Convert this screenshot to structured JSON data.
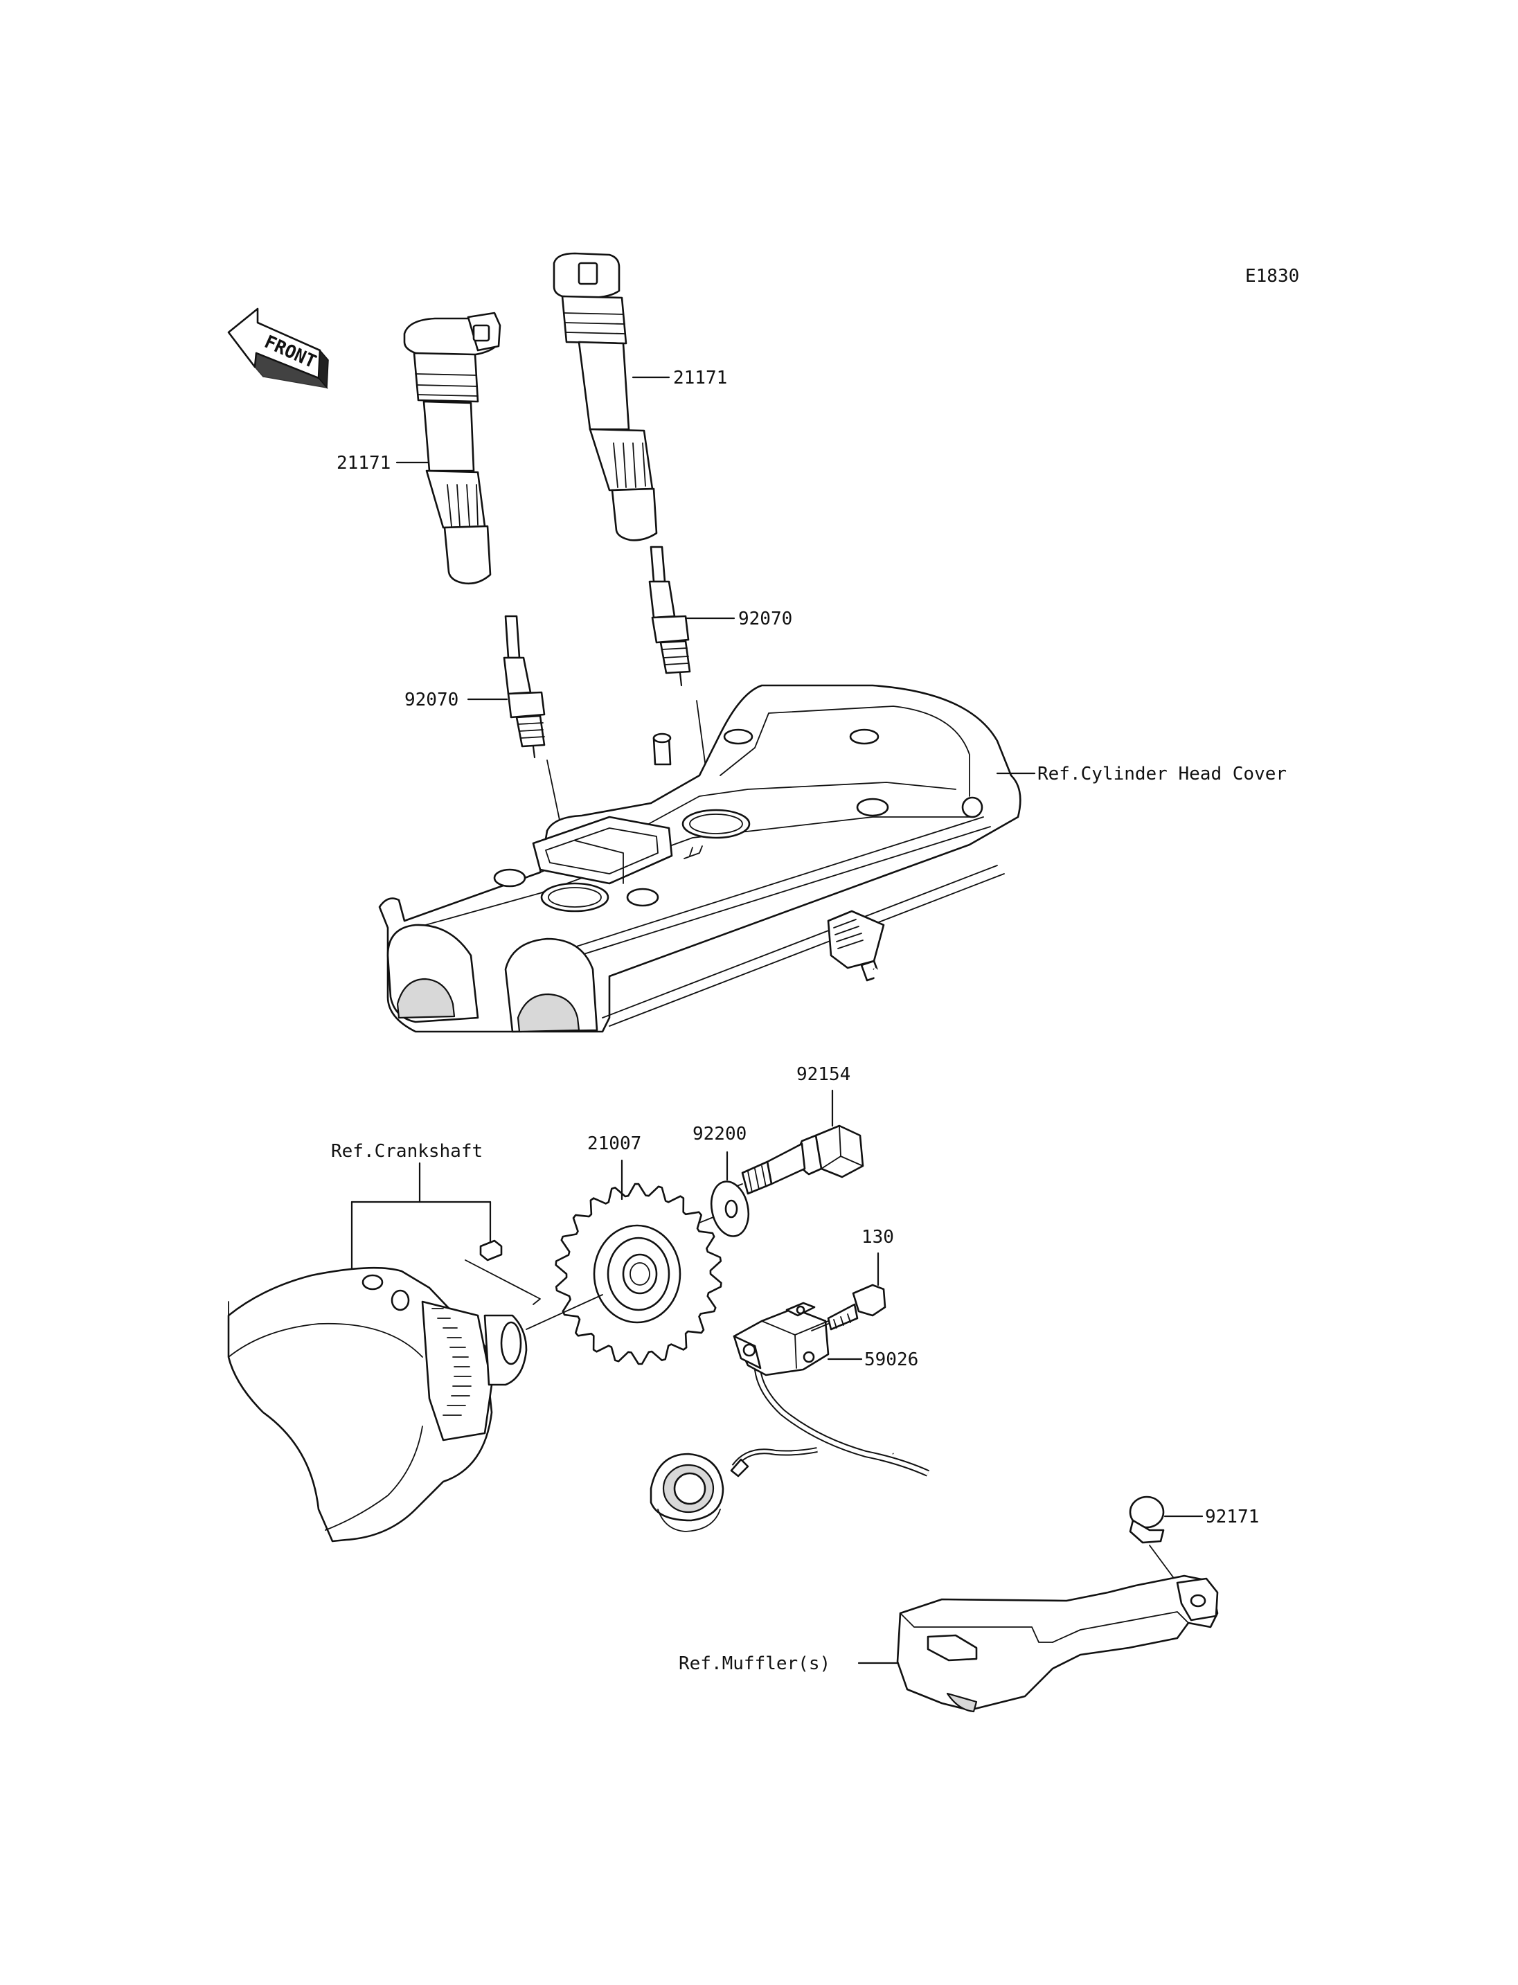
{
  "diagram_id": "E1830",
  "front_label": "FRONT",
  "callouts": {
    "coil_left": "21171",
    "coil_right": "21171",
    "plug_left": "92070",
    "plug_right": "92070",
    "head_cover_ref": "Ref.Cylinder Head Cover",
    "crankshaft_ref": "Ref.Crankshaft",
    "rotor": "21007",
    "washer": "92200",
    "bolt": "92154",
    "screw": "130",
    "pickup": "59026",
    "clamp": "92171",
    "muffler_ref": "Ref.Muffler(s)"
  }
}
